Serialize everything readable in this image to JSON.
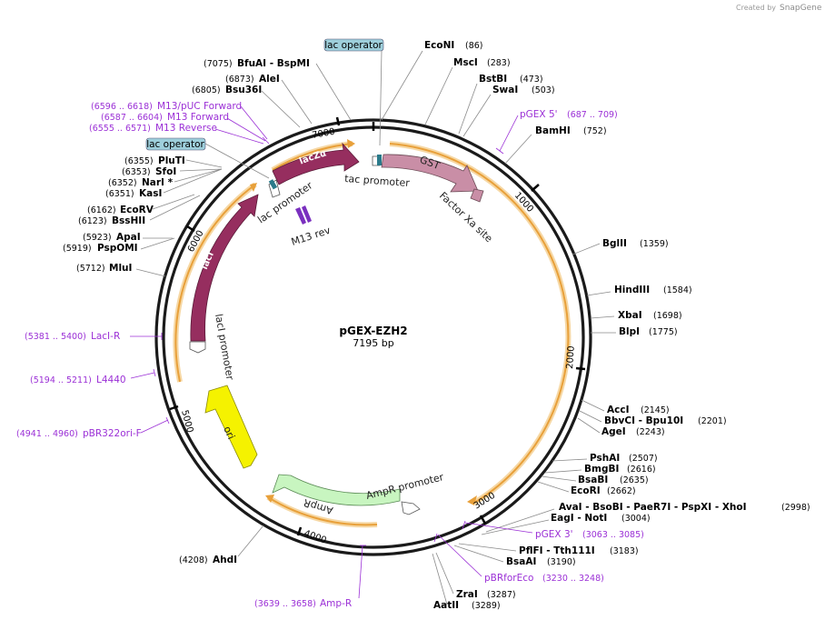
{
  "credit": {
    "prefix": "Created by",
    "brand": "SnapGene"
  },
  "plasmid": {
    "name": "pGEX-EZH2",
    "size": "7195 bp"
  },
  "ticks": [
    "1000",
    "2000",
    "3000",
    "4000",
    "5000",
    "6000",
    "7000"
  ],
  "boxes": {
    "lac_operator_top": "lac operator",
    "lac_operator_left": "lac operator"
  },
  "features": {
    "GST": "GST",
    "factor_xa": "Factor Xa site",
    "tac_promoter_right": "tac promoter",
    "lac_promoter": "lac promoter",
    "lacZa": "lacZα",
    "lacI": "lacI",
    "lacI_promoter": "lacI promoter",
    "m13rev": "M13 rev",
    "ori": "ori",
    "AmpR": "AmpR",
    "AmpR_promoter": "AmpR promoter"
  },
  "sites": {
    "EcoNI": "EcoNI",
    "EcoNI_pos": "(86)",
    "MscI": "MscI",
    "MscI_pos": "(283)",
    "BstBI": "BstBI",
    "BstBI_pos": "(473)",
    "SwaI": "SwaI",
    "SwaI_pos": "(503)",
    "BamHI": "BamHI",
    "BamHI_pos": "(752)",
    "BglII": "BglII",
    "BglII_pos": "(1359)",
    "HindIII": "HindIII",
    "HindIII_pos": "(1584)",
    "XbaI": "XbaI",
    "XbaI_pos": "(1698)",
    "BlpI": "BlpI",
    "BlpI_pos": "(1775)",
    "AccI": "AccI",
    "AccI_pos": "(2145)",
    "BbvCI": "BbvCI - Bpu10I",
    "BbvCI_pos": "(2201)",
    "AgeI": "AgeI",
    "AgeI_pos": "(2243)",
    "PshAI": "PshAI",
    "PshAI_pos": "(2507)",
    "BmgBI": "BmgBI",
    "BmgBI_pos": "(2616)",
    "BsaBI": "BsaBI",
    "BsaBI_pos": "(2635)",
    "EcoRI": "EcoRI",
    "EcoRI_pos": "(2662)",
    "AvaI": "AvaI - BsoBI - PaeR7I - PspXI - XhoI",
    "AvaI_pos": "(2998)",
    "EagI": "EagI - NotI",
    "EagI_pos": "(3004)",
    "PflFI": "PflFI - Tth111I",
    "PflFI_pos": "(3183)",
    "BsaAI": "BsaAI",
    "BsaAI_pos": "(3190)",
    "ZraI": "ZraI",
    "ZraI_pos": "(3287)",
    "AatII": "AatII",
    "AatII_pos": "(3289)",
    "AhdI": "AhdI",
    "AhdI_pos": "(4208)",
    "MluI": "MluI",
    "MluI_pos": "(5712)",
    "ApaI": "ApaI",
    "ApaI_pos": "(5923)",
    "PspOMI": "PspOMI",
    "PspOMI_pos": "(5919)",
    "EcoRV": "EcoRV",
    "EcoRV_pos": "(6162)",
    "BssHII": "BssHII",
    "BssHII_pos": "(6123)",
    "PluTI": "PluTI",
    "PluTI_pos": "(6355)",
    "SfoI": "SfoI",
    "SfoI_pos": "(6353)",
    "NarI": "NarI *",
    "NarI_pos": "(6352)",
    "KasI": "KasI",
    "KasI_pos": "(6351)",
    "BfuAI": "BfuAI - BspMI",
    "BfuAI_pos": "(7075)",
    "AleI": "AleI",
    "AleI_pos": "(6873)",
    "Bsu36I": "Bsu36I",
    "Bsu36I_pos": "(6805)"
  },
  "primers": {
    "pGEX5": "pGEX 5'",
    "pGEX5_pos": "(687 .. 709)",
    "pGEX3": "pGEX 3'",
    "pGEX3_pos": "(3063 .. 3085)",
    "pBRforEco": "pBRforEco",
    "pBRforEco_pos": "(3230 .. 3248)",
    "AmpR": "Amp-R",
    "AmpR_pos": "(3639 .. 3658)",
    "pBR322ori": "pBR322ori-F",
    "pBR322ori_pos": "(4941 .. 4960)",
    "L4440": "L4440",
    "L4440_pos": "(5194 .. 5211)",
    "LacIR": "LacI-R",
    "LacIR_pos": "(5381 .. 5400)",
    "M13puc": "M13/pUC Forward",
    "M13puc_pos": "(6596 .. 6618)",
    "M13fwd": "M13 Forward",
    "M13fwd_pos": "(6587 .. 6604)",
    "M13rev": "M13 Reverse",
    "M13rev_pos": "(6555 .. 6571)"
  },
  "colors": {
    "backbone": "#1a1a1a",
    "orf": "#f2a93b",
    "gst": "#c98ea6",
    "lac": "#962e5f",
    "ori": "#f5f200",
    "ampr": "#c8f5c0",
    "primer": "#9b30d6",
    "box": "#9ecfdb"
  }
}
